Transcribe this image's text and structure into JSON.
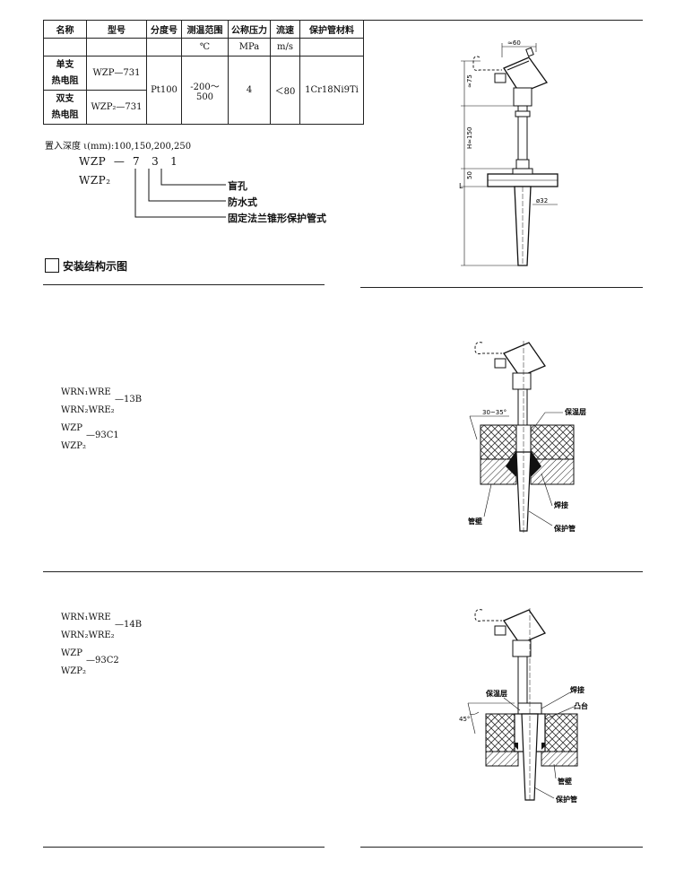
{
  "spec_table": {
    "headers": [
      "名称",
      "型号",
      "分度号",
      "测温范围",
      "公称压力",
      "流速",
      "保护管材料"
    ],
    "units": [
      "℃",
      "MPa",
      "m/s"
    ],
    "rows": [
      {
        "name_line1": "单支",
        "name_line2": "热电阻",
        "model": "WZP—731"
      },
      {
        "name_line1": "双支",
        "name_line2": "热电阻",
        "model": "WZP₂—731"
      }
    ],
    "graduation": "Pt100",
    "range": "-200～500",
    "pressure": "4",
    "velocity": "＜80",
    "material": "1Cr18Ni9Ti"
  },
  "depth_note": "置入深度 ι(mm):100,150,200,250",
  "model_code": {
    "line1": "WZP  —  7   3   1",
    "line2": "WZP₂",
    "labels": [
      "盲孔",
      "防水式",
      "固定法兰锥形保护管式"
    ]
  },
  "install_title": "安装结构示图",
  "section1": {
    "line1": "WRN₁WRE",
    "suffix1": "—13B",
    "line2": "WRN₂WRE₂",
    "line3": "WZP",
    "suffix2": "—93C1",
    "line4": "WZP₂"
  },
  "section2": {
    "line1": "WRN₁WRE",
    "suffix1": "—14B",
    "line2": "WRN₂WRE₂",
    "line3": "WZP",
    "suffix2": "—93C2",
    "line4": "WZP₂"
  },
  "diagram1": {
    "dim_60": "≈60",
    "dim_75": "≈75",
    "dim_h": "H≈150",
    "dim_50": "50",
    "dim_l": "L",
    "dim_32": "ø32"
  },
  "diagram2": {
    "angle": "30~35°",
    "insulation": "保温层",
    "weld": "焊接",
    "pipe_wall": "管壁",
    "protect_tube": "保护管"
  },
  "diagram3": {
    "insulation": "保温层",
    "weld": "焊接",
    "boss": "凸台",
    "angle": "45°",
    "pipe_wall": "管壁",
    "protect_tube": "保护管"
  }
}
